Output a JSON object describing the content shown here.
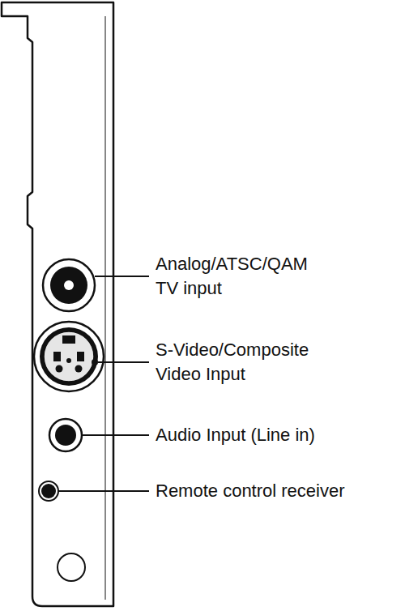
{
  "diagram": {
    "labels": [
      "Analog/ATSC/QAM TV input",
      "S-Video/Composite Video Input",
      "Audio Input (Line in)",
      "Remote control receiver"
    ]
  }
}
